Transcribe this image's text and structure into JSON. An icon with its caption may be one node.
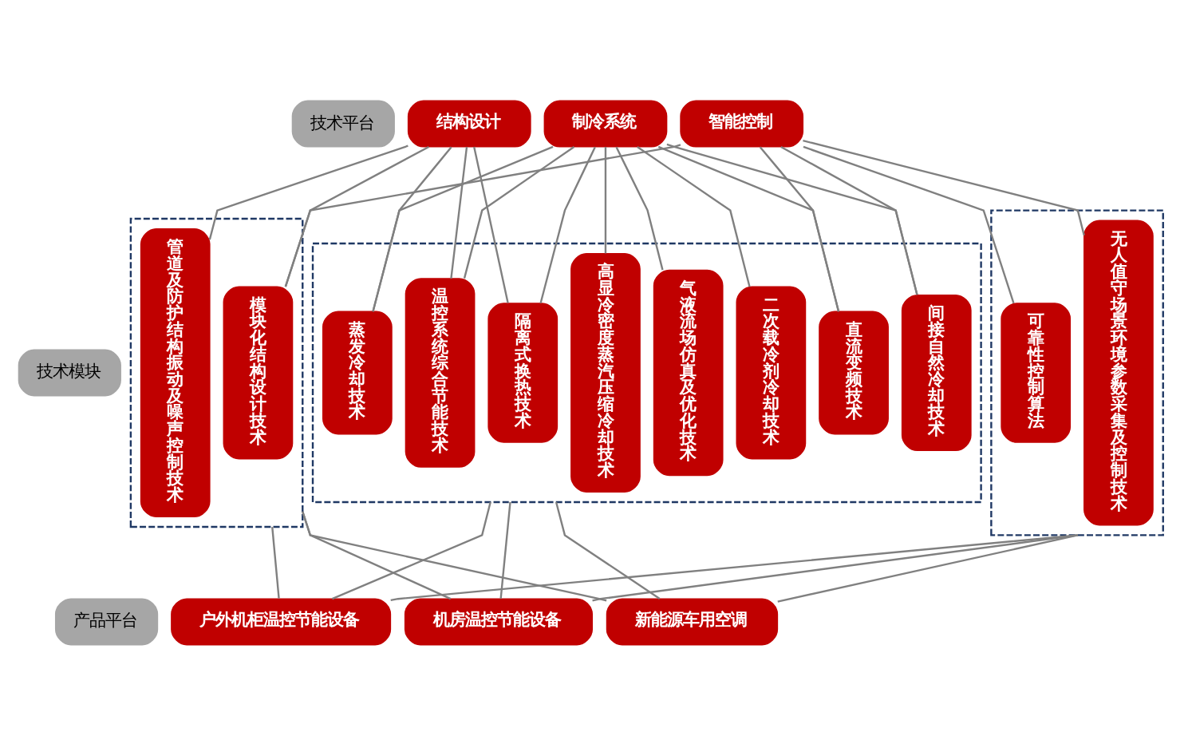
{
  "diagram": {
    "nodes": [
      {
        "text": [
          "技术平台"
        ]
      },
      {
        "text": [
          "结构设计"
        ]
      },
      {
        "text": [
          "制冷系统"
        ]
      },
      {
        "text": [
          "智能控制"
        ]
      },
      {
        "text": [],
        "shape": "box"
      },
      {
        "text": [
          "模块化结构设计技术"
        ],
        "in": 4
      },
      {
        "text": [
          "管道及防护结构振动及噪声控制技术"
        ],
        "in": 4
      },
      {
        "text": [],
        "shape": "box"
      },
      {
        "text": [
          "隔离式换热技术"
        ],
        "in": 7
      },
      {
        "text": [
          "蒸发冷却技术"
        ],
        "in": 7
      },
      {
        "text": [
          "温控系统综合节能技术"
        ],
        "in": 7
      },
      {
        "text": [
          "高显冷密度蒸汽压缩冷却技术"
        ],
        "in": 7
      },
      {
        "text": [
          "气液流场仿真及优化技术"
        ],
        "in": 7
      },
      {
        "text": [
          "二次载冷剂冷却技术"
        ],
        "in": 7
      },
      {
        "text": [
          "间接自然冷却技术"
        ],
        "in": 7
      },
      {
        "text": [
          "直流变频技术"
        ],
        "in": 7
      },
      {
        "text": [],
        "shape": "box"
      },
      {
        "text": [
          "无人值守场景环境参数采集及控制技术"
        ],
        "in": 16
      },
      {
        "text": [
          "可靠性控制算法"
        ],
        "in": 16
      },
      {
        "text": [
          "技术模块"
        ]
      },
      {
        "text": [
          "产品平台"
        ]
      },
      {
        "text": [
          "户外机柜温控节能设备"
        ]
      },
      {
        "text": [
          "机房温控节能设备"
        ]
      },
      {
        "text": [
          "新能源车用空调"
        ]
      }
    ],
    "edges": [
      {
        "from": 1,
        "to": 5,
        "arrow": "none"
      },
      {
        "from": 1,
        "to": 6,
        "arrow": "none"
      },
      {
        "from": 1,
        "to": 8,
        "arrow": "none"
      },
      {
        "from": 1,
        "to": 9,
        "arrow": "none"
      },
      {
        "from": 1,
        "to": 10,
        "arrow": "none"
      },
      {
        "from": 2,
        "to": 8,
        "arrow": "none"
      },
      {
        "from": 2,
        "to": 9,
        "arrow": "none"
      },
      {
        "from": 2,
        "to": 10,
        "arrow": "none"
      },
      {
        "from": 2,
        "to": 11,
        "arrow": "none"
      },
      {
        "from": 2,
        "to": 12,
        "arrow": "none"
      },
      {
        "from": 2,
        "to": 13,
        "arrow": "none"
      },
      {
        "from": 2,
        "to": 14,
        "arrow": "none"
      },
      {
        "from": 2,
        "to": 15,
        "arrow": "none"
      },
      {
        "from": 3,
        "to": 5,
        "arrow": "none"
      },
      {
        "from": 3,
        "to": 14,
        "arrow": "none"
      },
      {
        "from": 3,
        "to": 15,
        "arrow": "none"
      },
      {
        "from": 3,
        "to": 17,
        "arrow": "none"
      },
      {
        "from": 3,
        "to": 18,
        "arrow": "none"
      },
      {
        "from": 4,
        "to": 21,
        "arrow": "none"
      },
      {
        "from": 4,
        "to": 22,
        "arrow": "none"
      },
      {
        "from": 4,
        "to": 23,
        "arrow": "none"
      },
      {
        "from": 7,
        "to": 21,
        "arrow": "none"
      },
      {
        "from": 7,
        "to": 22,
        "arrow": "none"
      },
      {
        "from": 7,
        "to": 23,
        "arrow": "none"
      },
      {
        "from": 16,
        "to": 21,
        "arrow": "none"
      },
      {
        "from": 16,
        "to": 22,
        "arrow": "none"
      },
      {
        "from": 16,
        "to": 23,
        "arrow": "none"
      }
    ]
  }
}
